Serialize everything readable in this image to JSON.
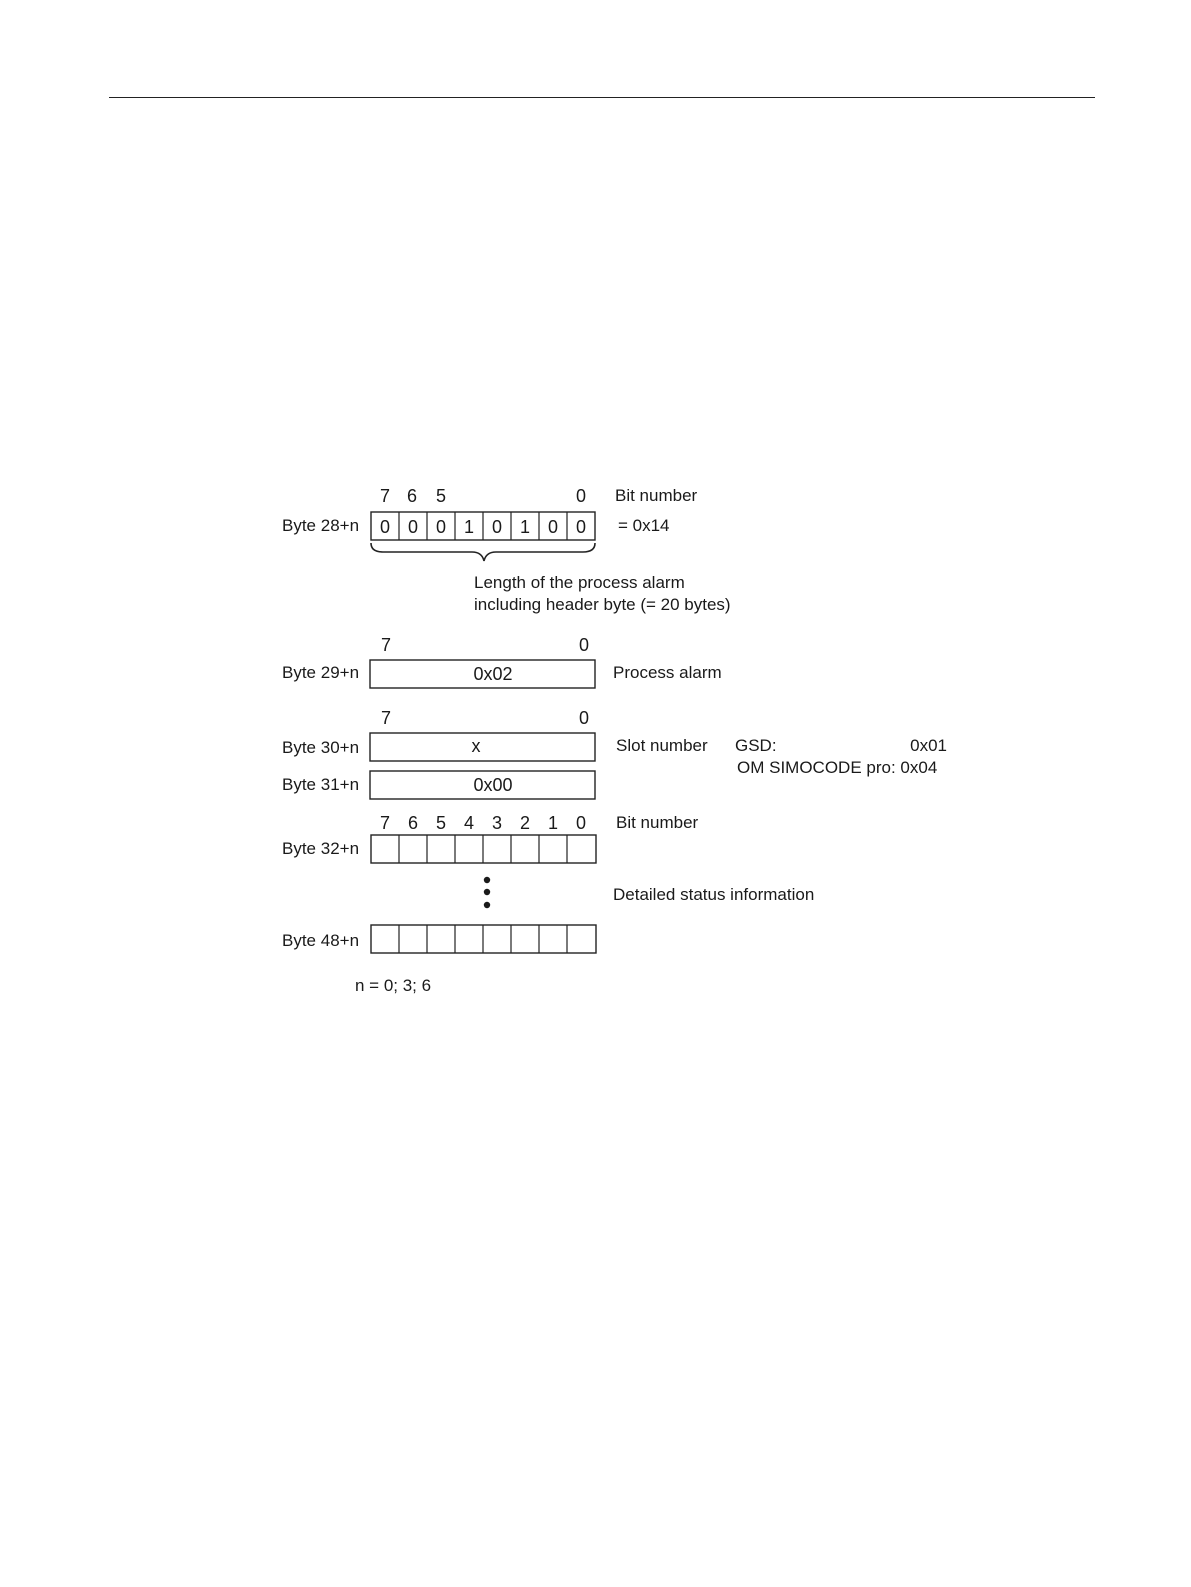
{
  "byte28": {
    "label": "Byte 28+n",
    "bit_numbers": [
      "7",
      "6",
      "5",
      "0"
    ],
    "bits": [
      "0",
      "0",
      "0",
      "1",
      "0",
      "1",
      "0",
      "0"
    ],
    "bit_number_label": "Bit number",
    "hex_value": "= 0x14",
    "brace_text_line1": "Length of the process alarm",
    "brace_text_line2": "including header byte (= 20 bytes)"
  },
  "byte29": {
    "label": "Byte 29+n",
    "msb": "7",
    "lsb": "0",
    "value": "0x02",
    "description": "Process alarm"
  },
  "byte30": {
    "label": "Byte 30+n",
    "msb": "7",
    "lsb": "0",
    "value": "x",
    "description": "Slot number",
    "gsd_label": "GSD:",
    "gsd_value": "0x01",
    "om_text": "OM SIMOCODE pro: 0x04"
  },
  "byte31": {
    "label": "Byte 31+n",
    "value": "0x00"
  },
  "byte32": {
    "label": "Byte 32+n",
    "bit_numbers": [
      "7",
      "6",
      "5",
      "4",
      "3",
      "2",
      "1",
      "0"
    ],
    "bit_number_label": "Bit number"
  },
  "status": {
    "description": "Detailed status information"
  },
  "byte48": {
    "label": "Byte 48+n"
  },
  "footnote": "n = 0; 3; 6"
}
